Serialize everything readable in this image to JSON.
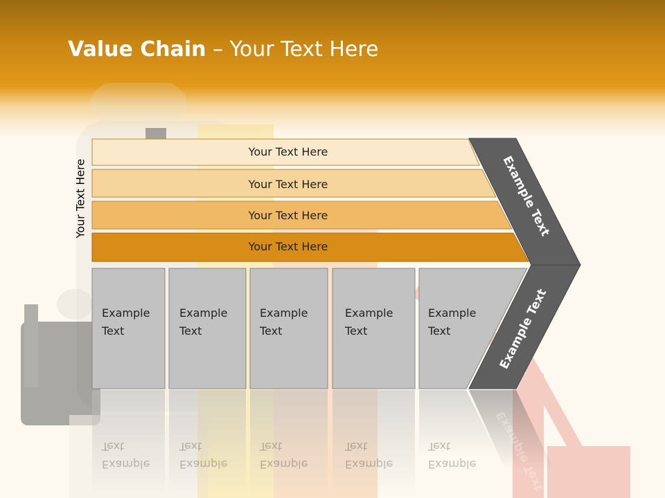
{
  "title": {
    "bold": "Value Chain",
    "rest": " – Your Text Here"
  },
  "side_label": "Your Text Here",
  "bars": [
    {
      "label": "Your Text Here",
      "color": "#fbe9cc"
    },
    {
      "label": "Your Text Here",
      "color": "#f5d59c"
    },
    {
      "label": "Your Text Here",
      "color": "#f0b965"
    },
    {
      "label": "Your Text Here",
      "color": "#d98d19"
    }
  ],
  "boxes": [
    {
      "line1": "Example",
      "line2": "Text"
    },
    {
      "line1": "Example",
      "line2": "Text"
    },
    {
      "line1": "Example",
      "line2": "Text"
    },
    {
      "line1": "Example",
      "line2": "Text"
    },
    {
      "line1": "Example",
      "line2": "Text"
    }
  ],
  "chevron_top_label": "Example Text",
  "chevron_bottom_label": "Example Text",
  "colors": {
    "chevron": "#5f5f5f",
    "box_fill": "#c2c2c2",
    "header": "#e39a1c"
  }
}
